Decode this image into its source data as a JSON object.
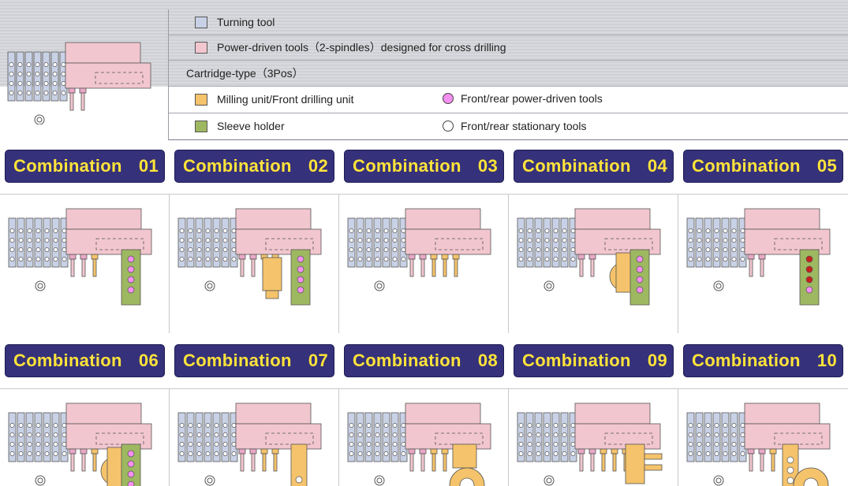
{
  "legend": {
    "turning_tool": {
      "label": "Turning  tool",
      "color": "#c9d1e6"
    },
    "power_driven_tools": {
      "label": "Power-driven tools（2-spindles）designed for cross drilling",
      "color": "#f2c6cf"
    },
    "cartridge_type": {
      "label": "Cartridge-type（3Pos）"
    },
    "milling_unit": {
      "label": "Milling unit/Front drilling unit",
      "color": "#f5c36b"
    },
    "sleeve_holder": {
      "label": "Sleeve holder",
      "color": "#9eb861"
    },
    "front_rear_power": {
      "label": "Front/rear power-driven tools",
      "color": "#f58ff0"
    },
    "front_rear_stationary": {
      "label": "Front/rear stationary tools",
      "color": "#ffffff"
    }
  },
  "colors": {
    "header_bg": "#35317a",
    "header_text": "#ffe33a",
    "red_dot": "#c8201c"
  },
  "combinations": [
    {
      "word": "Combination",
      "num": "01"
    },
    {
      "word": "Combination",
      "num": "02"
    },
    {
      "word": "Combination",
      "num": "03"
    },
    {
      "word": "Combination",
      "num": "04"
    },
    {
      "word": "Combination",
      "num": "05"
    },
    {
      "word": "Combination",
      "num": "06"
    },
    {
      "word": "Combination",
      "num": "07"
    },
    {
      "word": "Combination",
      "num": "08"
    },
    {
      "word": "Combination",
      "num": "09"
    },
    {
      "word": "Combination",
      "num": "10"
    }
  ]
}
